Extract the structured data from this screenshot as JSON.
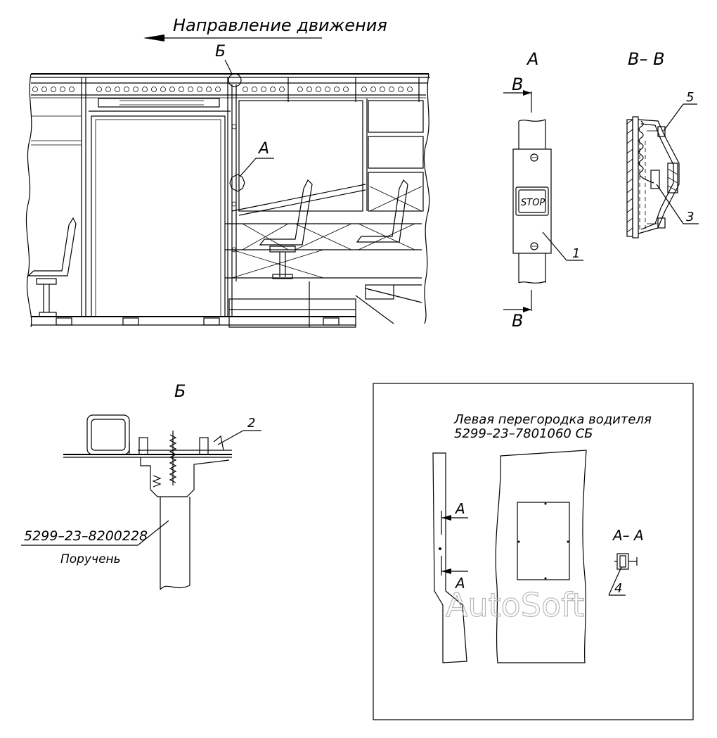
{
  "header": {
    "direction_text": "Направление движения"
  },
  "labels": {
    "view_b_marker": "Б",
    "view_a_marker": "А",
    "view_a_title": "А",
    "section_vv_title": "В– В",
    "section_v_top": "В",
    "section_v_bottom": "В",
    "stop_button": "STOP",
    "callout_1": "1",
    "callout_2": "2",
    "callout_3": "3",
    "callout_4": "4",
    "callout_5": "5",
    "view_b_title": "Б",
    "handrail_part_number": "5299–23–8200228",
    "handrail_name": "Поручень",
    "partition_title_line1": "Левая перегородка водителя",
    "partition_title_line2": "5299–23–7801060 СБ",
    "partition_a_top": "А",
    "partition_a_bottom": "А",
    "section_aa_title": "А– А",
    "watermark": "AutoSoft"
  }
}
